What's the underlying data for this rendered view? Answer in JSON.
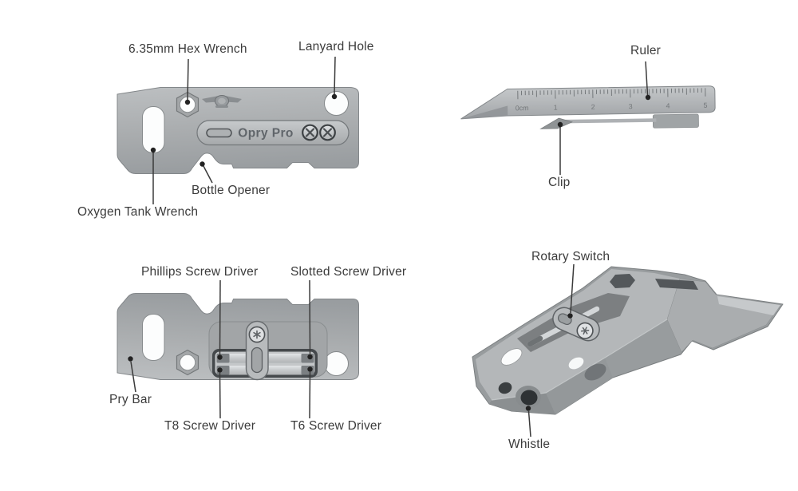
{
  "page": {
    "background": "#ffffff",
    "label_color": "#3b3b3b",
    "body_gray": "#a8abad",
    "leader_line_color": "#3a3a3a"
  },
  "views": {
    "front": {
      "title": "front view of multi-tool",
      "labels": {
        "hex_wrench": "6.35mm Hex Wrench",
        "lanyard_hole": "Lanyard Hole",
        "bottle_opener": "Bottle Opener",
        "oxygen_tank_wrench": "Oxygen Tank Wrench"
      },
      "engraving": "Opry Pro"
    },
    "side": {
      "title": "edge view with ruler",
      "labels": {
        "ruler": "Ruler",
        "clip": "Clip"
      },
      "ruler_marks": [
        "0cm",
        "1",
        "2",
        "3",
        "4",
        "5"
      ]
    },
    "back": {
      "title": "back view with bit carrier",
      "labels": {
        "phillips": "Phillips Screw Driver",
        "slotted": "Slotted Screw Driver",
        "pry_bar": "Pry Bar",
        "t8": "T8 Screw Driver",
        "t6": "T6 Screw Driver"
      }
    },
    "perspective": {
      "title": "3D perspective view",
      "labels": {
        "rotary_switch": "Rotary Switch",
        "whistle": "Whistle"
      }
    }
  }
}
